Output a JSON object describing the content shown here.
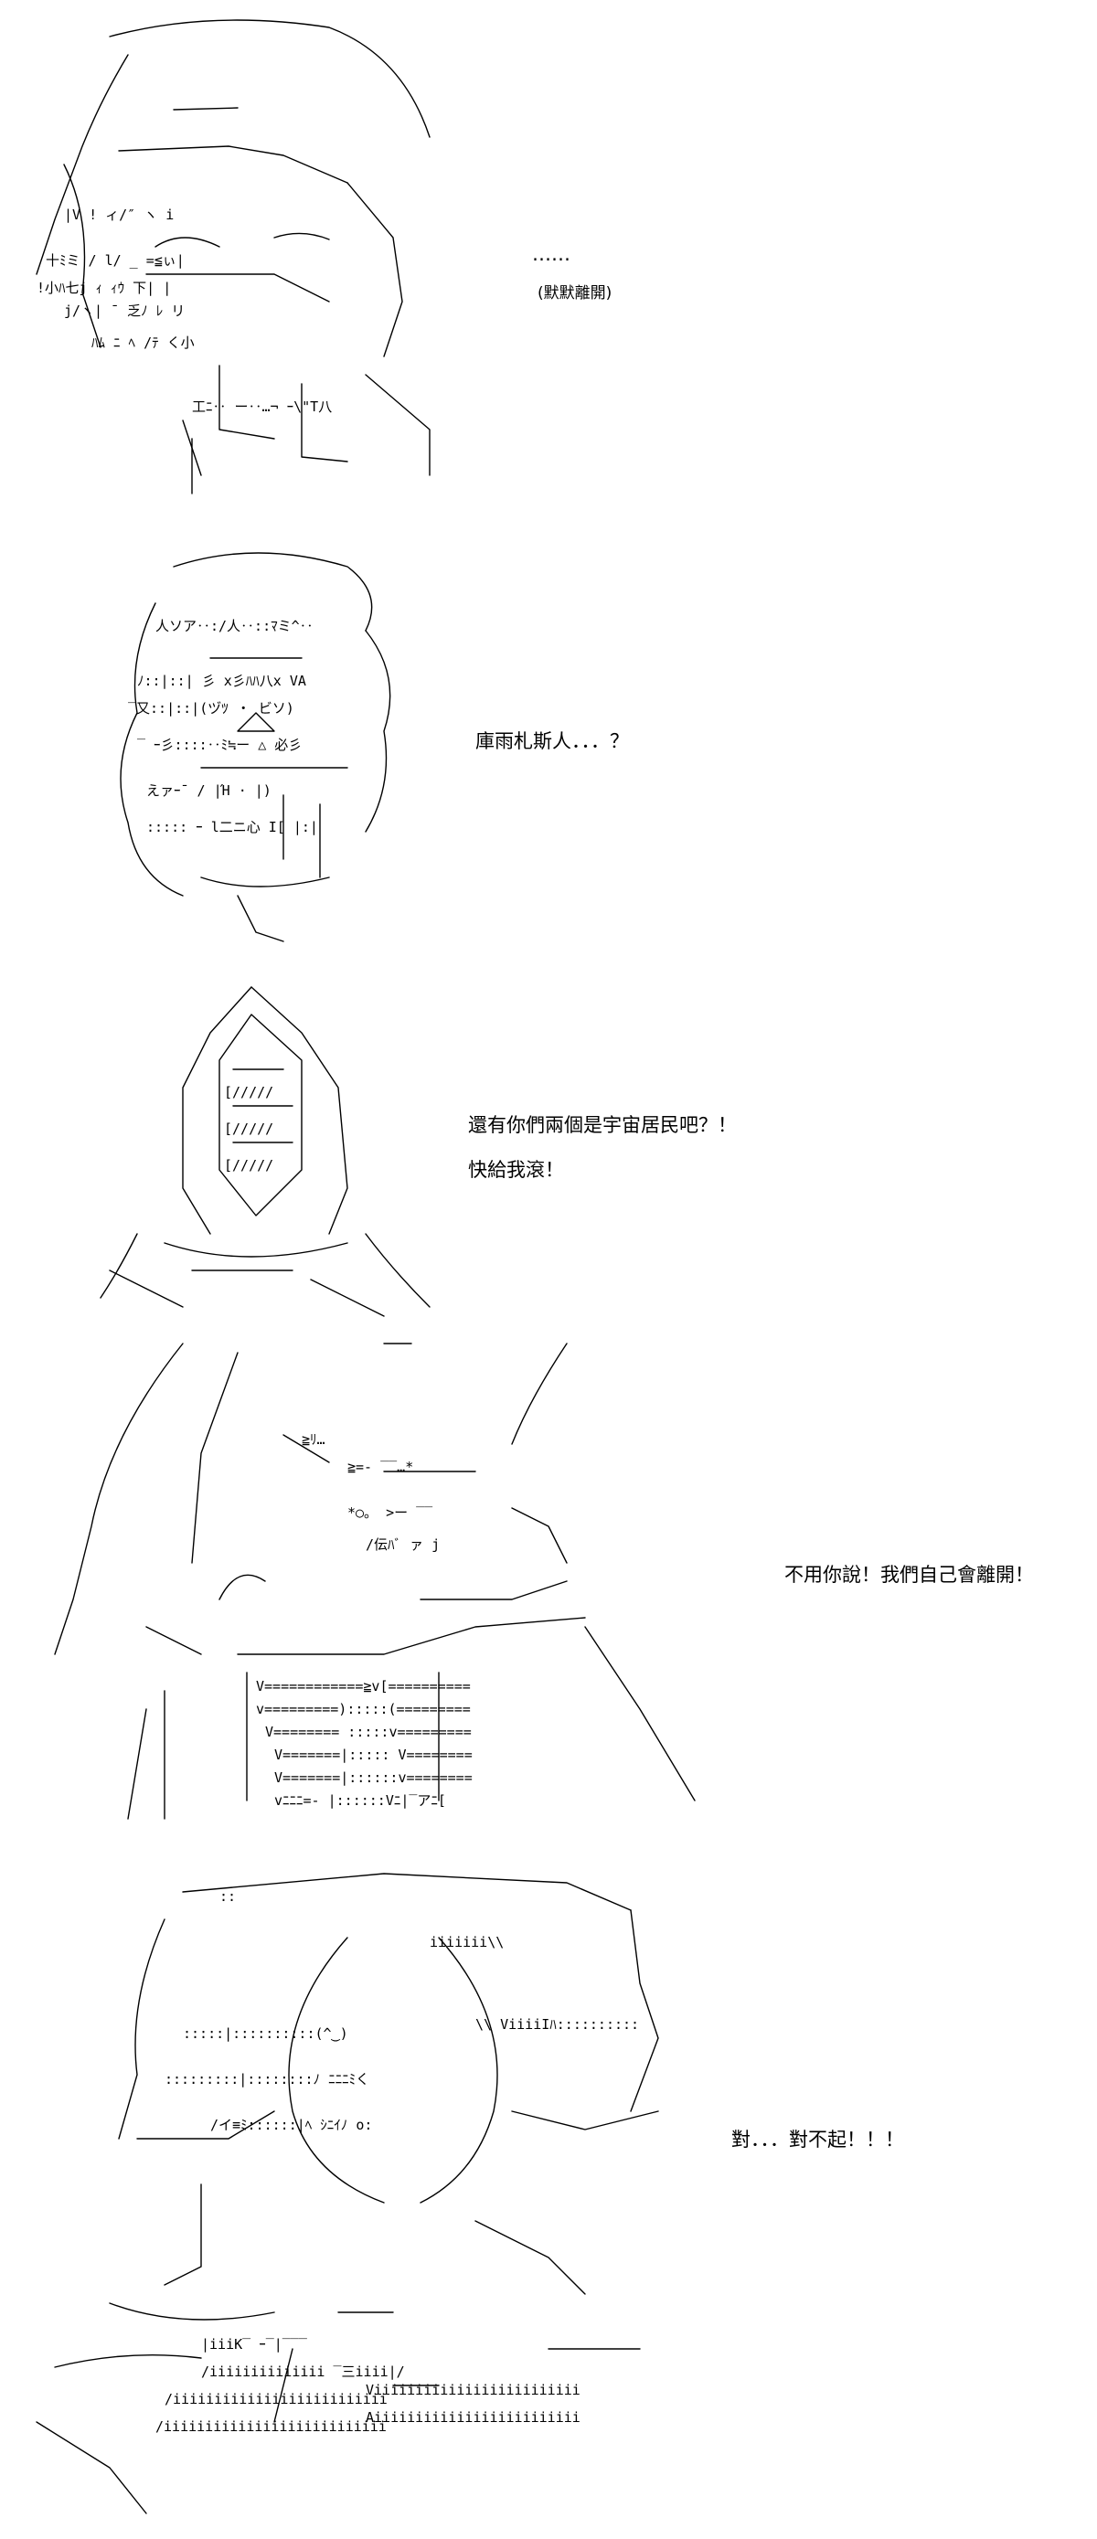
{
  "panels": [
    {
      "lines": [
        "‥‥‥",
        "(默默離開)"
      ]
    },
    {
      "lines": [
        "庫雨札斯人．．．？"
      ]
    },
    {
      "lines": [
        "還有你們兩個是宇宙居民吧？！",
        "快給我滾！"
      ]
    },
    {
      "lines": [
        "不用你說！我們自己會離開！"
      ]
    },
    {
      "lines": [
        "對．．．對不起！！！"
      ]
    }
  ]
}
